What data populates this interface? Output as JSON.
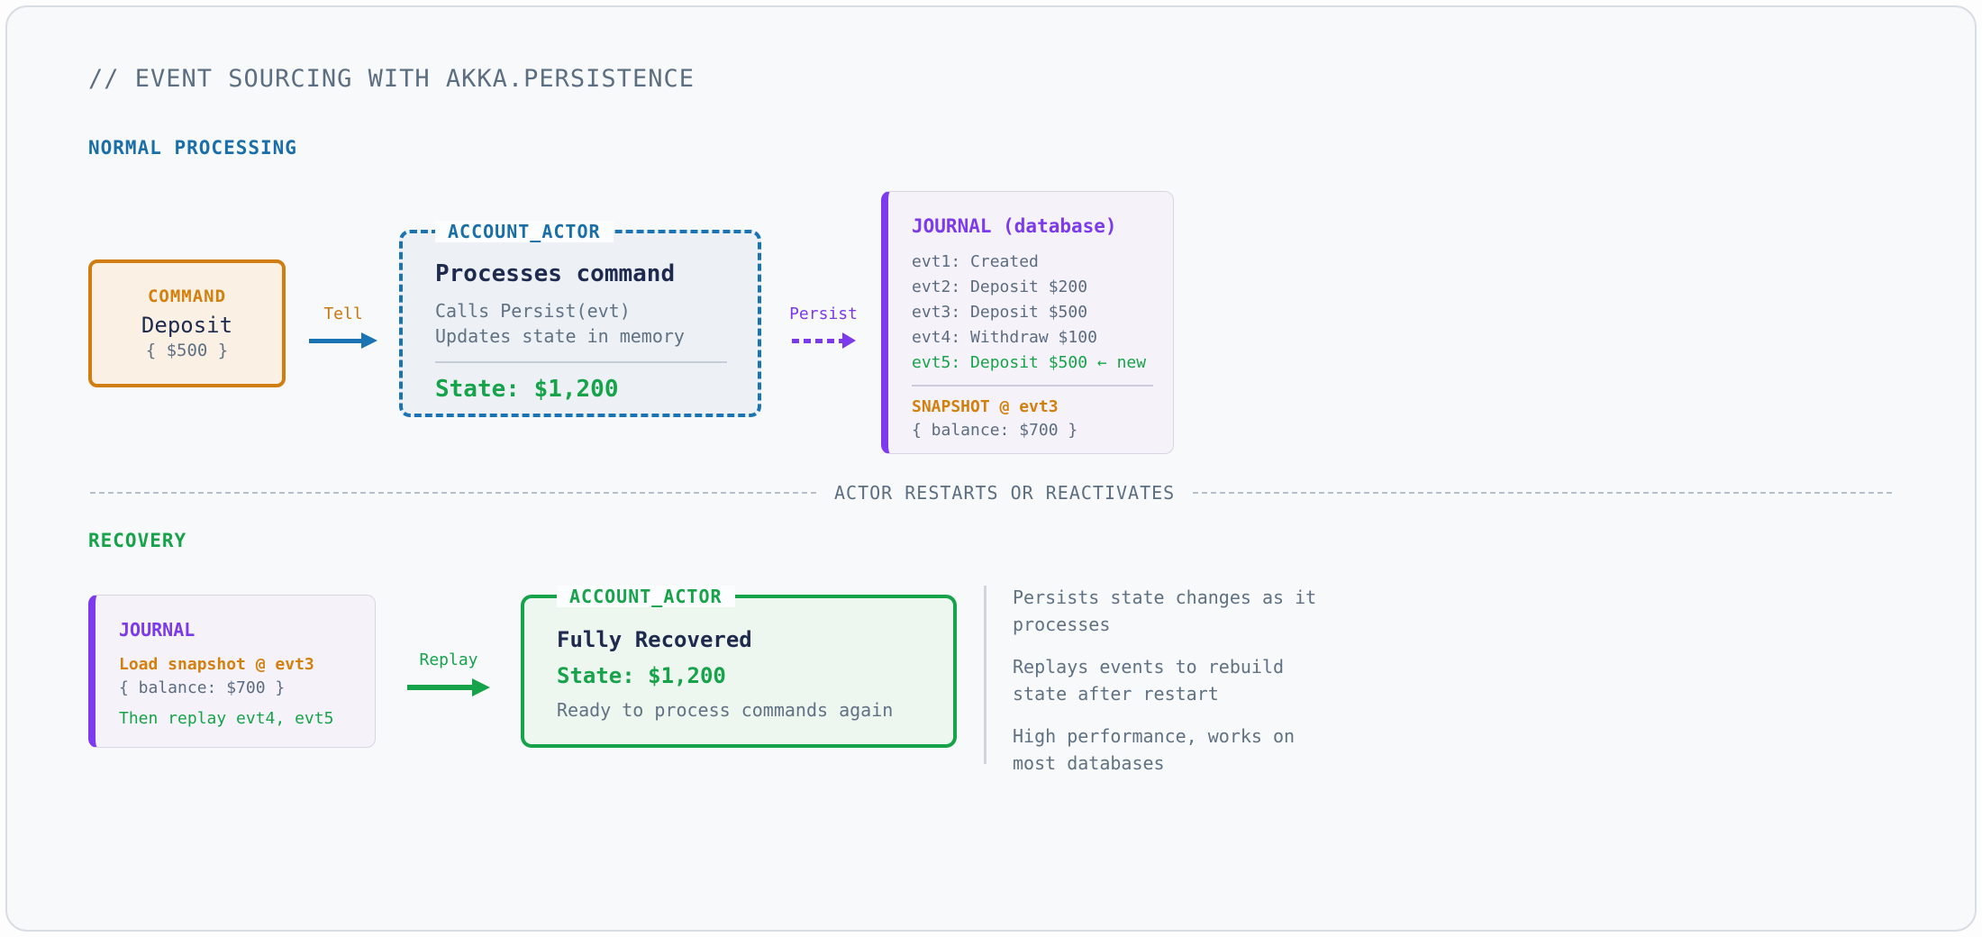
{
  "page": {
    "title": "// EVENT SOURCING WITH AKKA.PERSISTENCE"
  },
  "colors": {
    "blue": "#1a73b2",
    "orange": "#d4800e",
    "purple": "#7c3aed",
    "green": "#16a34a",
    "navy": "#1e2b4e",
    "slate": "#5f7183"
  },
  "normal": {
    "section_label": "NORMAL PROCESSING",
    "command": {
      "label": "COMMAND",
      "name": "Deposit",
      "payload": "{ $500 }"
    },
    "tell_arrow": {
      "label": "Tell"
    },
    "actor": {
      "label": "ACCOUNT_ACTOR",
      "title": "Processes command",
      "line1": "Calls Persist(evt)",
      "line2": "Updates state in memory",
      "state": "State: $1,200"
    },
    "persist_arrow": {
      "label": "Persist"
    },
    "journal": {
      "label": "JOURNAL (database)",
      "events": [
        {
          "text": "evt1: Created"
        },
        {
          "text": "evt2: Deposit $200"
        },
        {
          "text": "evt3: Deposit $500"
        },
        {
          "text": "evt4: Withdraw $100"
        },
        {
          "text": "evt5: Deposit $500 ← new"
        }
      ],
      "snapshot_label": "SNAPSHOT @ evt3",
      "snapshot_value": "{ balance: $700 }"
    }
  },
  "divider": {
    "label": "ACTOR RESTARTS OR REACTIVATES"
  },
  "recovery": {
    "section_label": "RECOVERY",
    "journal": {
      "label": "JOURNAL",
      "line1": "Load snapshot @ evt3",
      "line2": "{ balance: $700 }",
      "line3": "Then replay evt4, evt5"
    },
    "replay_arrow": {
      "label": "Replay"
    },
    "actor": {
      "label": "ACCOUNT_ACTOR",
      "title": "Fully Recovered",
      "state": "State: $1,200",
      "subtitle": "Ready to process commands again"
    },
    "notes": [
      "Persists state changes as it processes",
      "Replays events to rebuild state after restart",
      "High performance, works on most databases"
    ]
  }
}
